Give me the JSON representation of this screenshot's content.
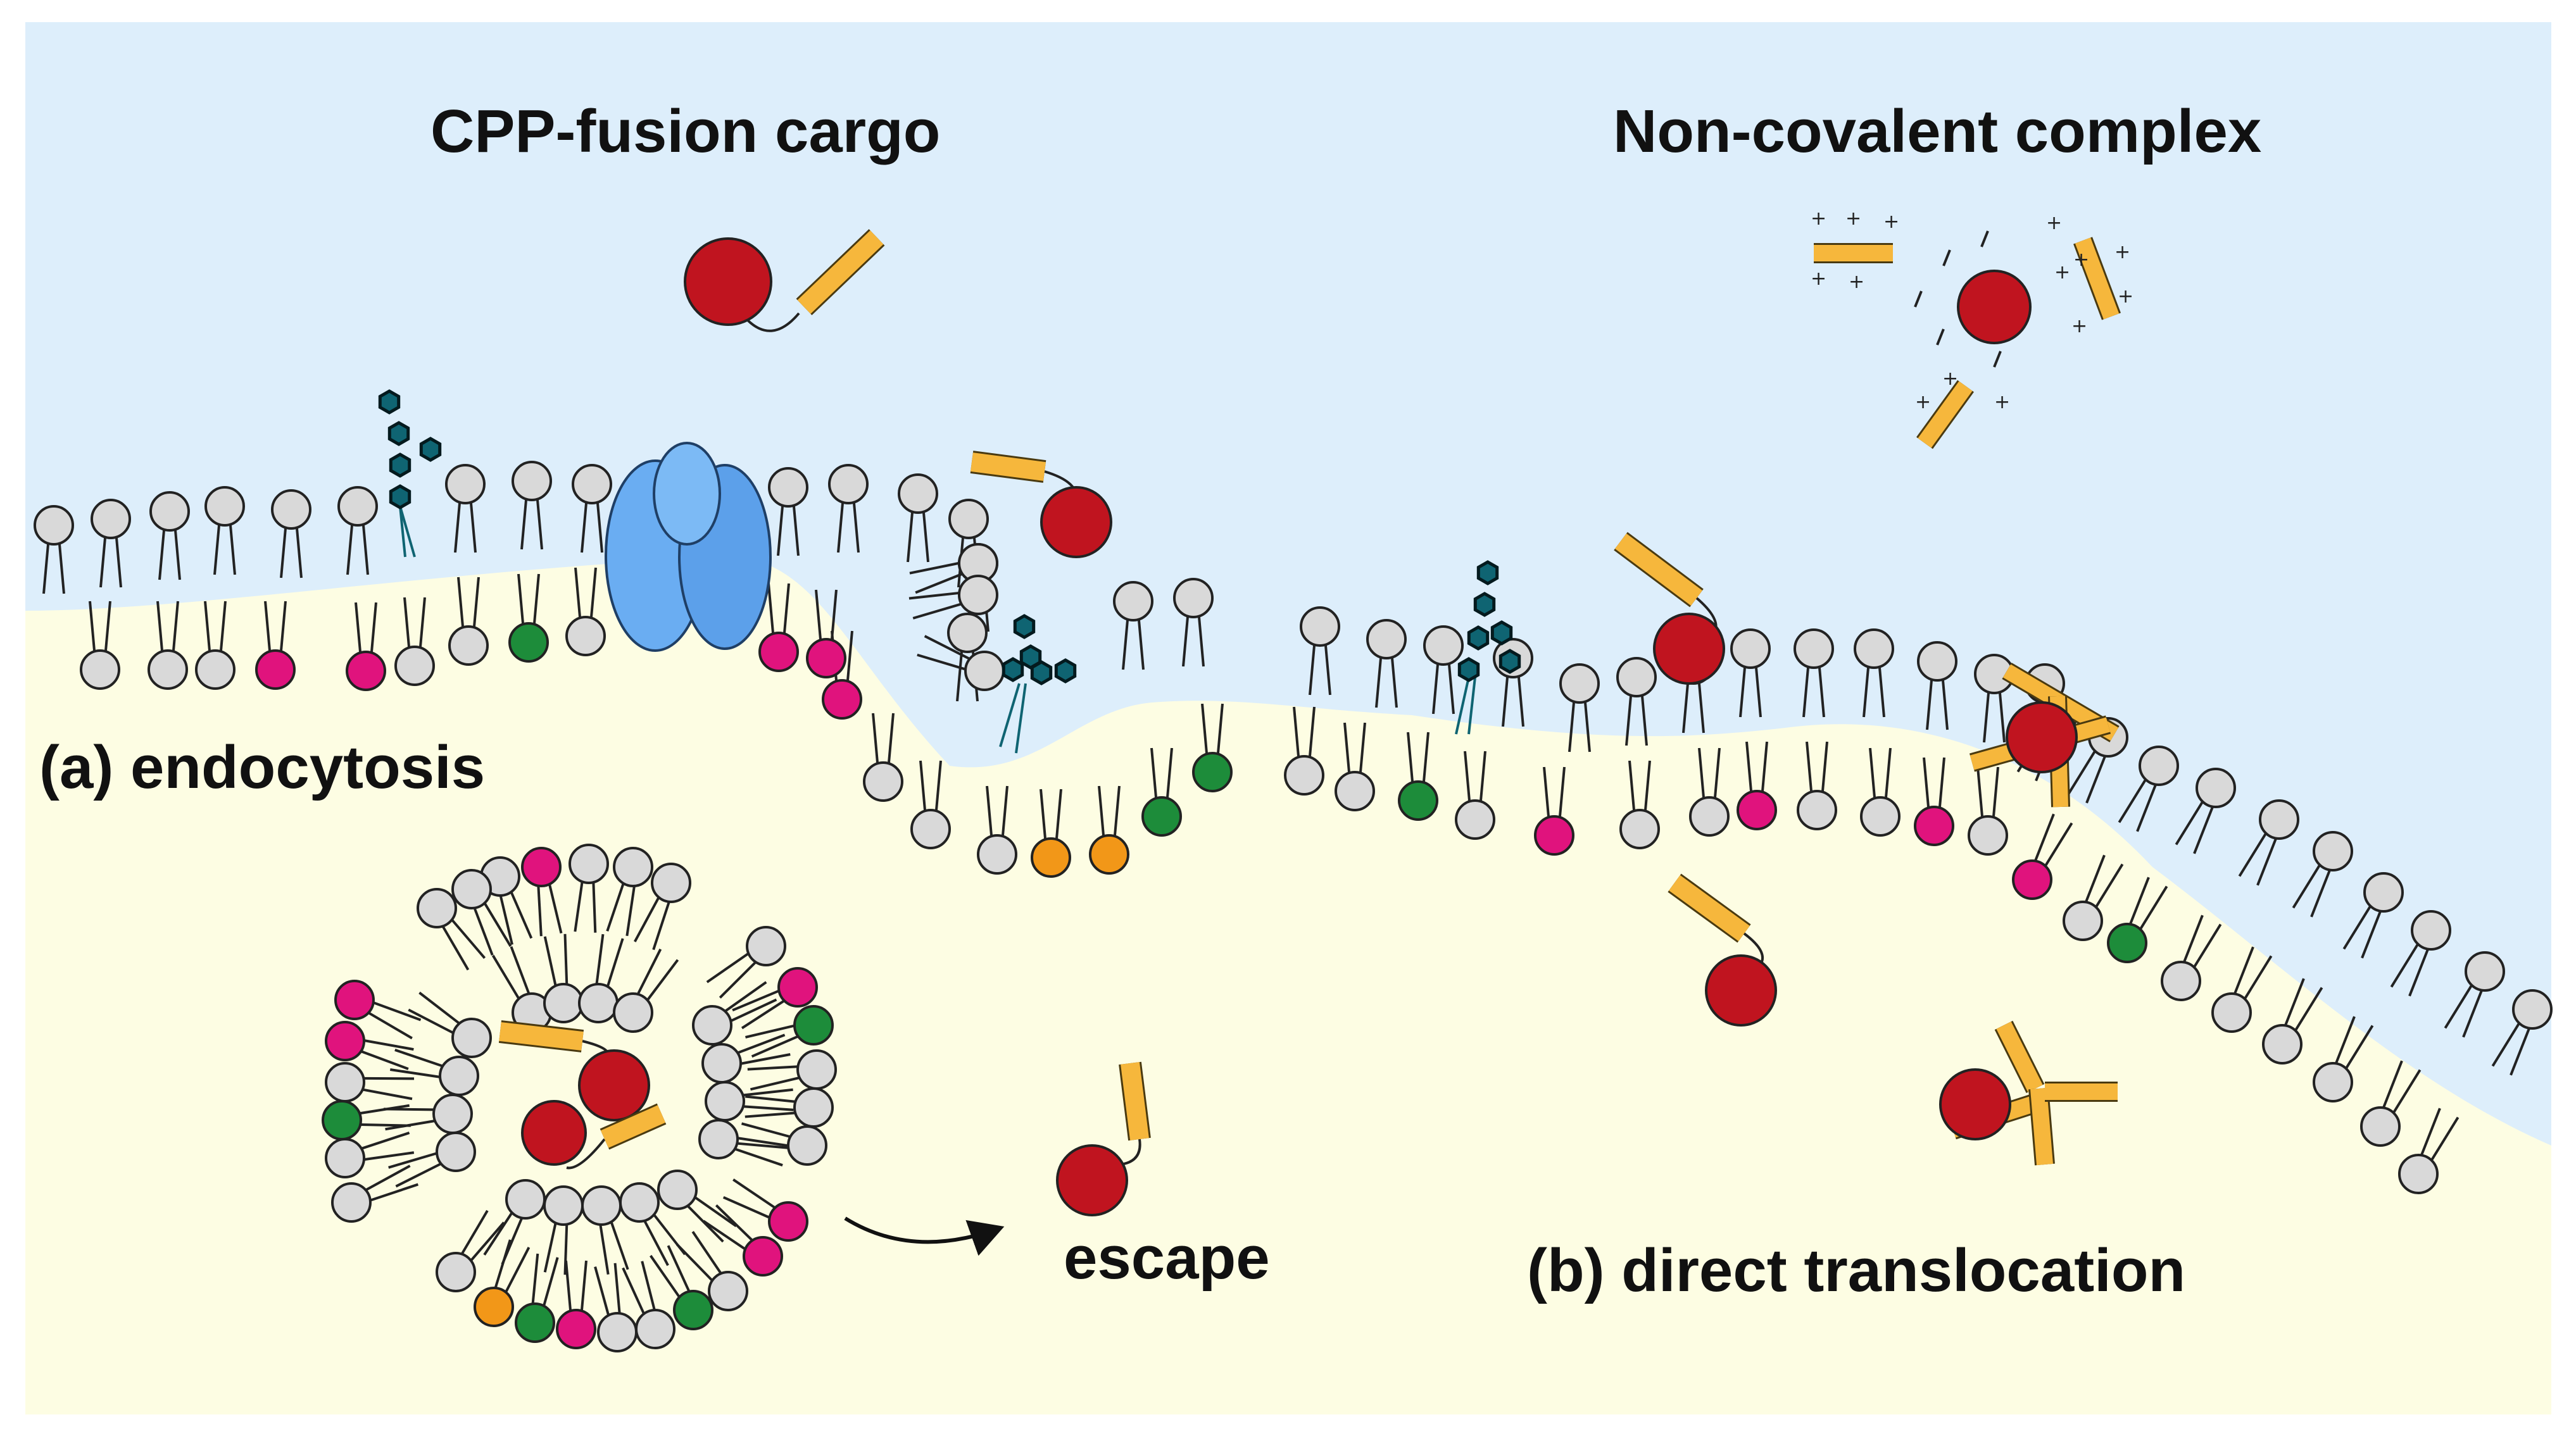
{
  "labels": {
    "title_left": "CPP-fusion cargo",
    "title_right": "Non-covalent complex",
    "pathway_a": "(a) endocytosis",
    "pathway_b": "(b) direct translocation",
    "escape": "escape"
  },
  "colors": {
    "extracellular": "#ddeefb",
    "cytoplasm": "#fdfde3",
    "lipid_neutral": "#d9d9d9",
    "lipid_pink": "#e0137d",
    "lipid_green": "#1d8c3a",
    "lipid_orange": "#f29718",
    "cargo": "#c0141f",
    "cpp": "#f6b73c",
    "protein": "#6aadf2",
    "glycan": "#0f6472"
  },
  "icons": {
    "cargo": "red-sphere",
    "cpp": "peptide-rod",
    "glycan": "hexagon-cluster",
    "channel": "transmembrane-protein",
    "arrow": "curved-arrow"
  }
}
